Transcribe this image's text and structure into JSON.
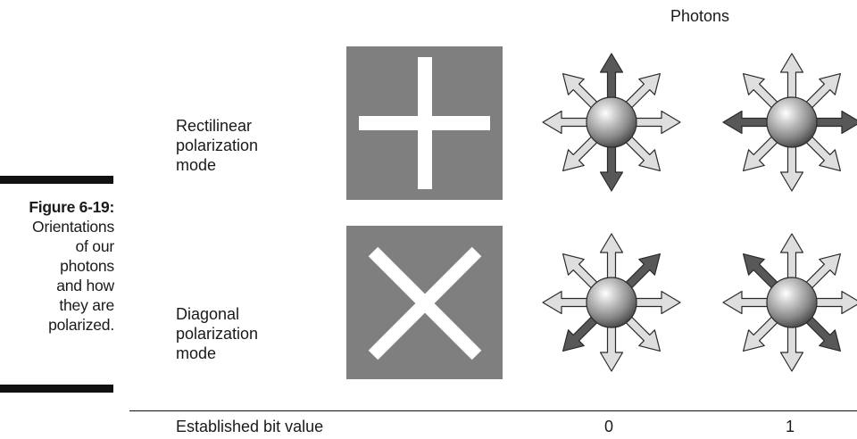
{
  "figure": {
    "label": "Figure 6-19:",
    "caption": "Orientations\nof our\nphotons\nand how\nthey are\npolarized."
  },
  "header": {
    "photons": "Photons"
  },
  "modes": [
    {
      "label": "Rectilinear\npolarization\nmode",
      "symbol": "plus"
    },
    {
      "label": "Diagonal\npolarization\nmode",
      "symbol": "x"
    }
  ],
  "footer": {
    "label": "Established bit value",
    "bits": [
      "0",
      "1"
    ]
  },
  "colors": {
    "box": "#7f7f7f",
    "symbol": "#ffffff",
    "arrow_light": "#dedede",
    "arrow_dark": "#585858",
    "outline": "#2a2a2a"
  },
  "photons": [
    {
      "mode": "rectilinear",
      "bit": "0",
      "highlighted_axis": "vertical"
    },
    {
      "mode": "rectilinear",
      "bit": "1",
      "highlighted_axis": "horizontal"
    },
    {
      "mode": "diagonal",
      "bit": "0",
      "highlighted_axis": "diagonal-up-right"
    },
    {
      "mode": "diagonal",
      "bit": "1",
      "highlighted_axis": "diagonal-up-left"
    }
  ]
}
